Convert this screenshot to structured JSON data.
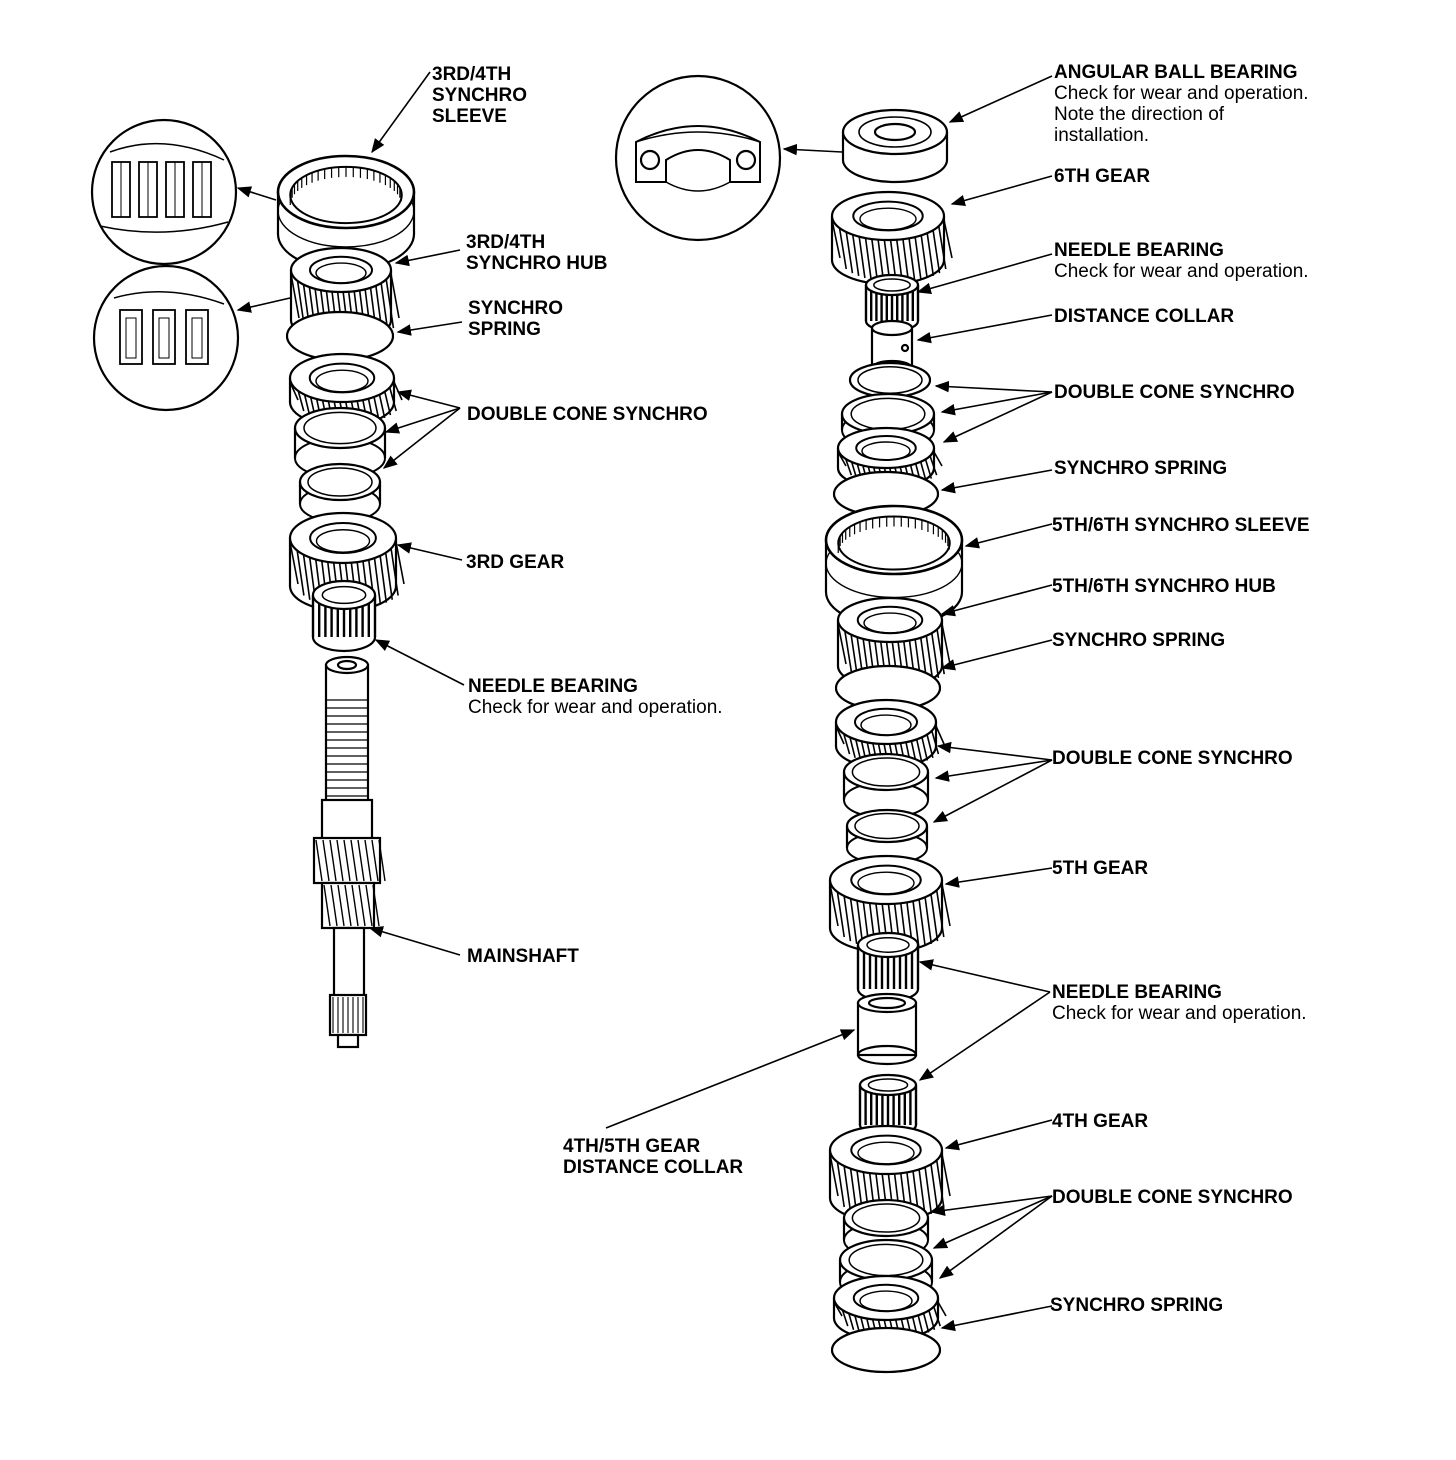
{
  "labels": {
    "sleeve34": {
      "title": [
        "3RD/4TH",
        "SYNCHRO",
        "SLEEVE"
      ]
    },
    "hub34": {
      "title": [
        "3RD/4TH",
        "SYNCHRO HUB"
      ]
    },
    "spring_l": {
      "title": [
        "SYNCHRO",
        "SPRING"
      ]
    },
    "dcs_l": {
      "title": [
        "DOUBLE CONE SYNCHRO"
      ]
    },
    "gear3": {
      "title": [
        "3RD GEAR"
      ]
    },
    "needle_l": {
      "title": [
        "NEEDLE BEARING"
      ],
      "notes": [
        "Check for wear and operation."
      ]
    },
    "mainshaft": {
      "title": [
        "MAINSHAFT"
      ]
    },
    "collar45": {
      "title": [
        "4TH/5TH GEAR",
        "DISTANCE COLLAR"
      ]
    },
    "angular": {
      "title": [
        "ANGULAR BALL BEARING"
      ],
      "notes": [
        "Check for wear and operation.",
        "Note the direction of",
        "installation."
      ]
    },
    "gear6": {
      "title": [
        "6TH GEAR"
      ]
    },
    "needle_r1": {
      "title": [
        "NEEDLE BEARING"
      ],
      "notes": [
        "Check for wear and operation."
      ]
    },
    "collar": {
      "title": [
        "DISTANCE COLLAR"
      ]
    },
    "dcs_r1": {
      "title": [
        "DOUBLE CONE SYNCHRO"
      ]
    },
    "spring_r1": {
      "title": [
        "SYNCHRO SPRING"
      ]
    },
    "sleeve56": {
      "title": [
        "5TH/6TH SYNCHRO SLEEVE"
      ]
    },
    "hub56": {
      "title": [
        "5TH/6TH SYNCHRO HUB"
      ]
    },
    "spring_r2": {
      "title": [
        "SYNCHRO SPRING"
      ]
    },
    "dcs_r2": {
      "title": [
        "DOUBLE CONE SYNCHRO"
      ]
    },
    "gear5": {
      "title": [
        "5TH GEAR"
      ]
    },
    "needle_r2": {
      "title": [
        "NEEDLE BEARING"
      ],
      "notes": [
        "Check for wear and operation."
      ]
    },
    "gear4": {
      "title": [
        "4TH GEAR"
      ]
    },
    "dcs_r3": {
      "title": [
        "DOUBLE CONE SYNCHRO"
      ]
    },
    "spring_r3": {
      "title": [
        "SYNCHRO SPRING"
      ]
    }
  }
}
